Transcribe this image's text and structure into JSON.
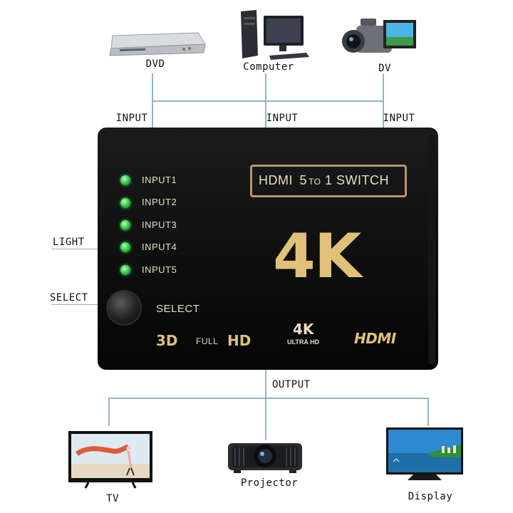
{
  "sources": {
    "dvd": "DVD",
    "computer": "Computer",
    "dv": "DV"
  },
  "input_labels": {
    "left": "INPUT",
    "middle": "INPUT",
    "right": "INPUT"
  },
  "switch": {
    "title": "HDMI 5 TO 1 SWITCH",
    "title_parts": {
      "a": "HDMI",
      "b": "5",
      "c": "TO",
      "d": "1 SWITCH"
    },
    "big_label": "4K",
    "inputs": [
      "INPUT1",
      "INPUT2",
      "INPUT3",
      "INPUT4",
      "INPUT5"
    ],
    "select_button_label": "SELECT",
    "badges": {
      "three_d": "3D",
      "full": "FULL",
      "hd": "HD",
      "fourk": "4K",
      "ultrahd": "ULTRA HD",
      "hdmi": "HDMI"
    },
    "colors": {
      "body": "#0d0d0d",
      "text": "#e9ddc0",
      "gold": "#e1c07a",
      "led": "#3fcf52"
    }
  },
  "callouts": {
    "light": "LIGHT",
    "select": "SELECT"
  },
  "output_label": "OUTPUT",
  "destinations": {
    "tv": "TV",
    "projector": "Projector",
    "display": "Display"
  },
  "icons": [
    "dvd-player-icon",
    "desktop-computer-icon",
    "camcorder-icon",
    "tv-icon",
    "projector-icon",
    "monitor-icon"
  ]
}
